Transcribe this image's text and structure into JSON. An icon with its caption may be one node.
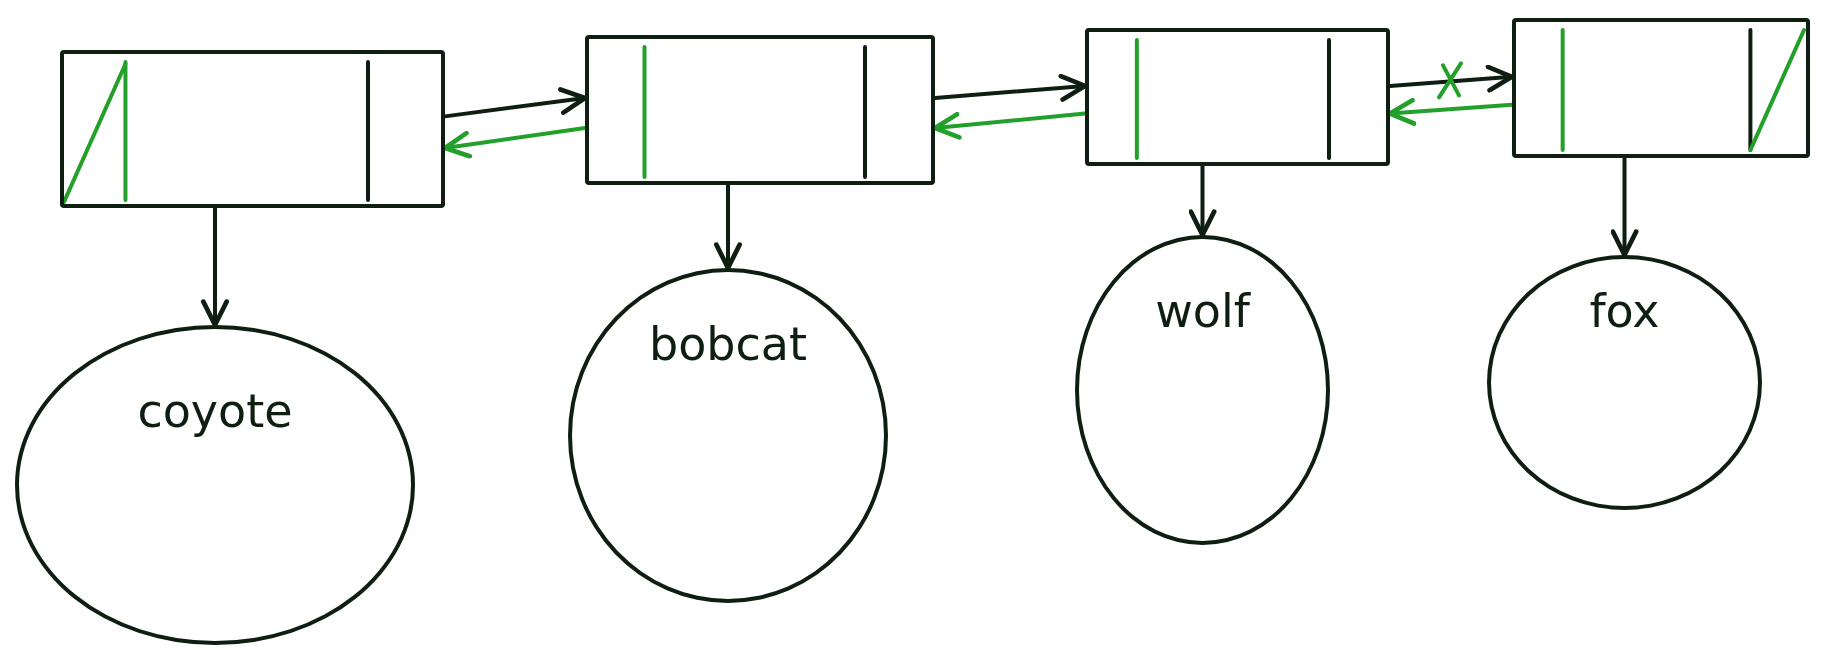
{
  "diagram": {
    "nodes": [
      {
        "text": [],
        "shape": "box"
      },
      {
        "text": [],
        "shape": "box"
      },
      {
        "text": [],
        "shape": "box"
      },
      {
        "text": [],
        "shape": "box"
      },
      {
        "text": [
          "coyote"
        ]
      },
      {
        "text": [
          "bobcat"
        ]
      },
      {
        "text": [
          "wolf"
        ]
      },
      {
        "text": [
          "fox"
        ]
      }
    ],
    "edges": [
      {
        "from": 0,
        "to": 1,
        "arrow": "to"
      },
      {
        "from": 1,
        "to": 0,
        "arrow": "to",
        "color": "#22a02a"
      },
      {
        "from": 1,
        "to": 2,
        "arrow": "to"
      },
      {
        "from": 2,
        "to": 1,
        "arrow": "to",
        "color": "#22a02a"
      },
      {
        "from": 2,
        "to": 3,
        "arrow": "to"
      },
      {
        "from": 3,
        "to": 2,
        "arrow": "to",
        "color": "#22a02a"
      },
      {
        "from": 0,
        "to": 4,
        "arrow": "to"
      },
      {
        "from": 1,
        "to": 5,
        "arrow": "to"
      },
      {
        "from": 2,
        "to": 6,
        "arrow": "to"
      },
      {
        "from": 3,
        "to": 7,
        "arrow": "to"
      }
    ]
  }
}
